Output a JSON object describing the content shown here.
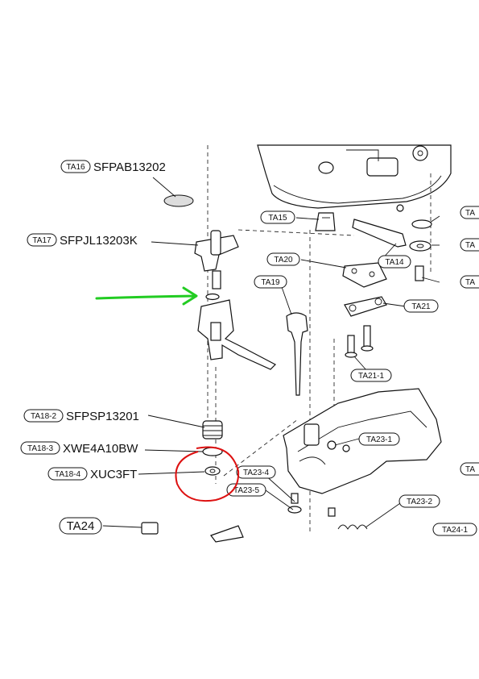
{
  "callouts": {
    "ta16": {
      "tag": "TA16",
      "part_no": "SFPAB13202"
    },
    "ta17": {
      "tag": "TA17",
      "part_no": "SFPJL13203K"
    },
    "ta18_2": {
      "tag": "TA18-2",
      "part_no": "SFPSP13201"
    },
    "ta18_3": {
      "tag": "TA18-3",
      "part_no": "XWE4A10BW"
    },
    "ta18_4": {
      "tag": "TA18-4",
      "part_no": "XUC3FT"
    },
    "ta24": {
      "tag": "TA24"
    },
    "ta15": {
      "tag": "TA15"
    },
    "ta14": {
      "tag": "TA14"
    },
    "ta20": {
      "tag": "TA20"
    },
    "ta19": {
      "tag": "TA19"
    },
    "ta21": {
      "tag": "TA21"
    },
    "ta21_1": {
      "tag": "TA21-1"
    },
    "ta23_1": {
      "tag": "TA23-1"
    },
    "ta23_4": {
      "tag": "TA23-4"
    },
    "ta23_5": {
      "tag": "TA23-5"
    },
    "ta23_2": {
      "tag": "TA23-2"
    },
    "ta24_1": {
      "tag": "TA24-1"
    },
    "ta_edge_1": {
      "tag": "TA"
    },
    "ta_edge_2": {
      "tag": "TA"
    },
    "ta_edge_3": {
      "tag": "TA"
    },
    "ta_edge_4": {
      "tag": "TA"
    }
  },
  "annotations": {
    "arrow_color": "#22cc22",
    "circle_color": "#dd1111"
  }
}
